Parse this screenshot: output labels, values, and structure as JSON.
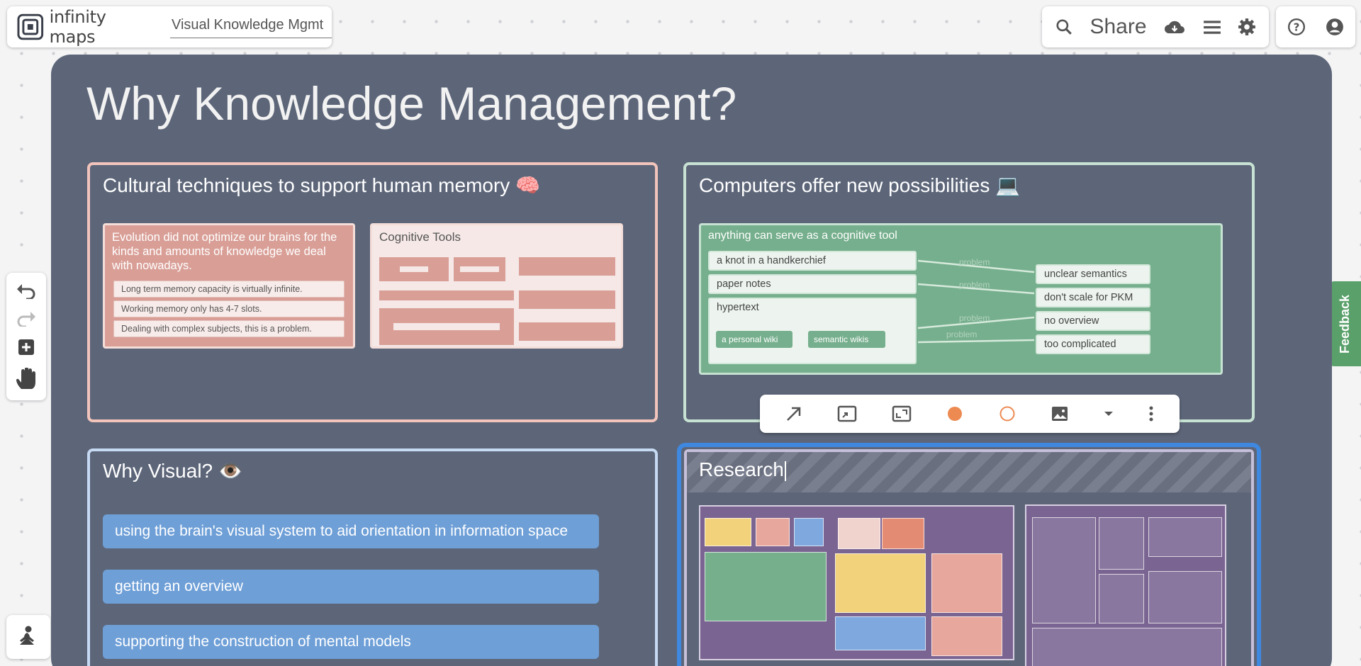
{
  "app": {
    "name": "infinity maps",
    "document_title": "Visual Knowledge Mgmt"
  },
  "header_actions": {
    "share_label": "Share"
  },
  "feedback_label": "Feedback",
  "canvas": {
    "title": "Why Knowledge Management?",
    "frames": {
      "cultural": {
        "title": "Cultural techniques to support human memory 🧠",
        "intro": "Evolution did not optimize our brains for the kinds and amounts of knowledge we deal with nowadays.",
        "points": [
          "Long term memory capacity is virtually infinite.",
          "Working memory only has 4-7 slots.",
          "Dealing with complex subjects, this is a problem."
        ],
        "tools_title": "Cognitive Tools"
      },
      "computers": {
        "title": "Computers offer new possibilities 💻",
        "card_title": "anything can serve as a cognitive tool",
        "tools": [
          "a knot in a handkerchief",
          "paper notes",
          "hypertext"
        ],
        "chips": [
          "a personal wiki",
          "semantic wikis"
        ],
        "edge_label": "problem",
        "problems": [
          "unclear semantics",
          "don't scale for PKM",
          "no overview",
          "too complicated"
        ]
      },
      "visual": {
        "title": "Why Visual? 👁️",
        "items": [
          "using the brain's visual system to aid orientation in information space",
          "getting an overview",
          "supporting the construction of mental models"
        ]
      },
      "research": {
        "title": "Research"
      }
    }
  }
}
